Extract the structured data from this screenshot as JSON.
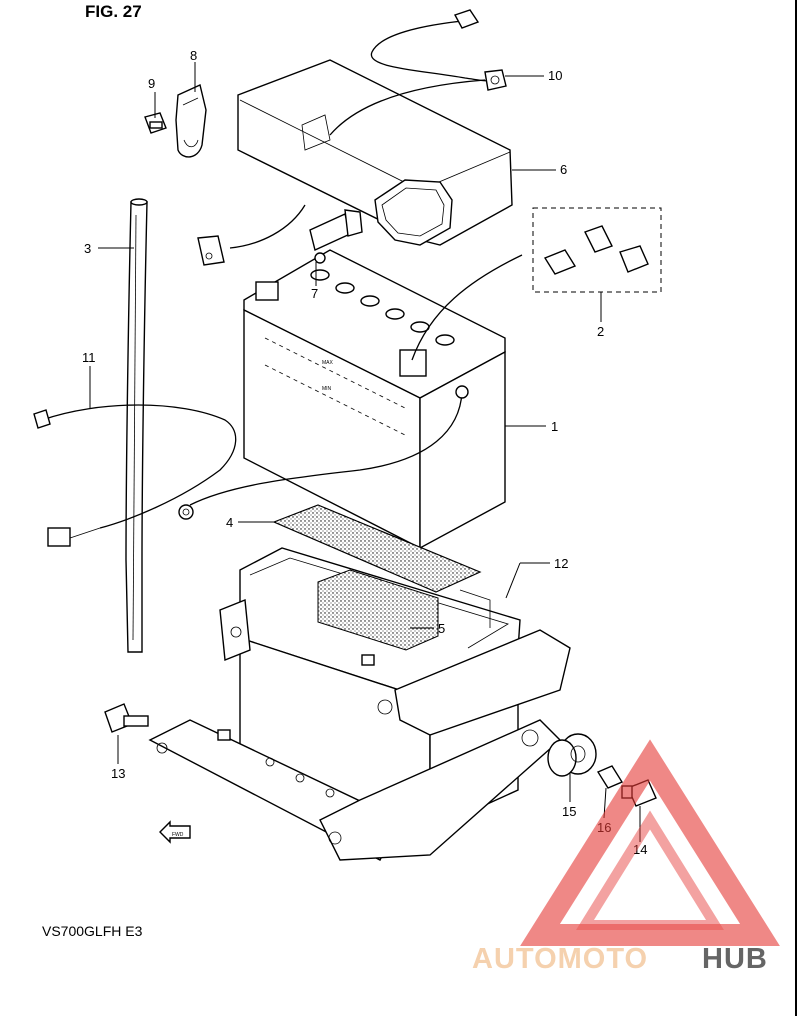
{
  "figure": {
    "title": "FIG. 27",
    "model": "VS700GLFH  E3",
    "fwd_label": "FWD"
  },
  "battery_marks": {
    "max": "MAX",
    "min": "MIN"
  },
  "callouts": [
    {
      "id": "c1",
      "text": "1"
    },
    {
      "id": "c2",
      "text": "2"
    },
    {
      "id": "c3",
      "text": "3"
    },
    {
      "id": "c4",
      "text": "4"
    },
    {
      "id": "c5",
      "text": "5"
    },
    {
      "id": "c6",
      "text": "6"
    },
    {
      "id": "c7",
      "text": "7"
    },
    {
      "id": "c8",
      "text": "8"
    },
    {
      "id": "c9",
      "text": "9"
    },
    {
      "id": "c10",
      "text": "10"
    },
    {
      "id": "c11",
      "text": "11"
    },
    {
      "id": "c12",
      "text": "12"
    },
    {
      "id": "c13",
      "text": "13"
    },
    {
      "id": "c14",
      "text": "14"
    },
    {
      "id": "c15",
      "text": "15"
    },
    {
      "id": "c16",
      "text": "16"
    }
  ],
  "watermark": {
    "part1": "AUTOMOTO",
    "part2": "HUB",
    "color_light": "#f4c9a0",
    "color_dark": "#4b4b4b",
    "triangle_color": "#e53935"
  }
}
